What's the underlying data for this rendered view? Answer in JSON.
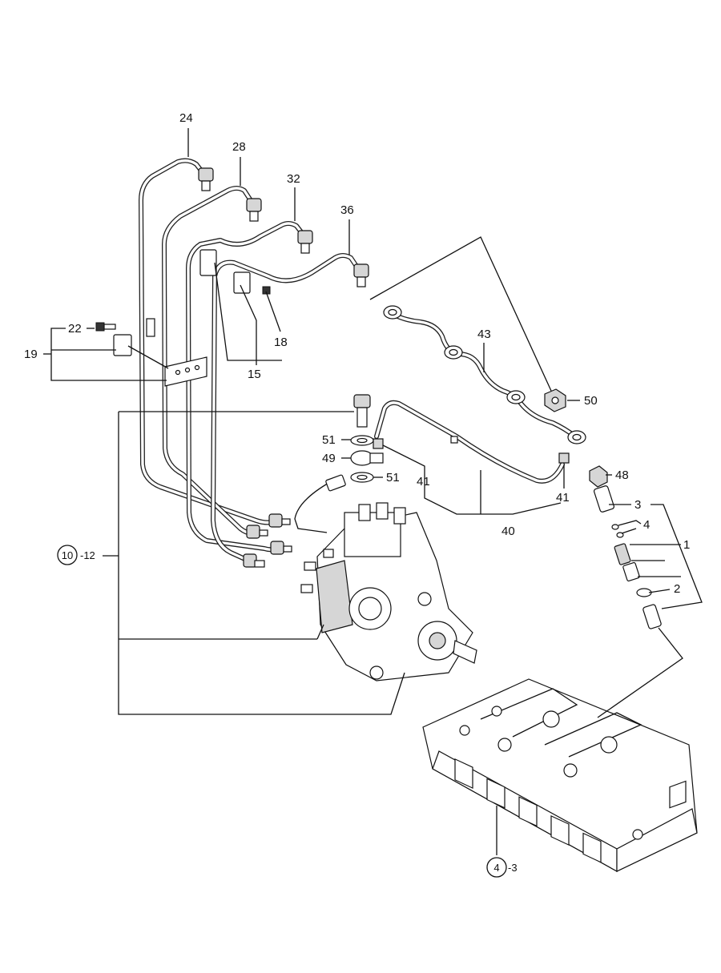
{
  "labels": {
    "p24": "24",
    "p28": "28",
    "p32": "32",
    "p36": "36",
    "p22": "22",
    "p19": "19",
    "p18": "18",
    "p15": "15",
    "p43": "43",
    "p50": "50",
    "p51a": "51",
    "p49": "49",
    "p51b": "51",
    "p41a": "41",
    "p41b": "41",
    "p40": "40",
    "p48": "48",
    "p3": "3",
    "p4": "4",
    "p1": "1",
    "p2": "2"
  },
  "refs": {
    "pump_group": {
      "circle": "10",
      "suffix": "-12"
    },
    "head_group": {
      "circle": "4",
      "suffix": "-3"
    }
  }
}
